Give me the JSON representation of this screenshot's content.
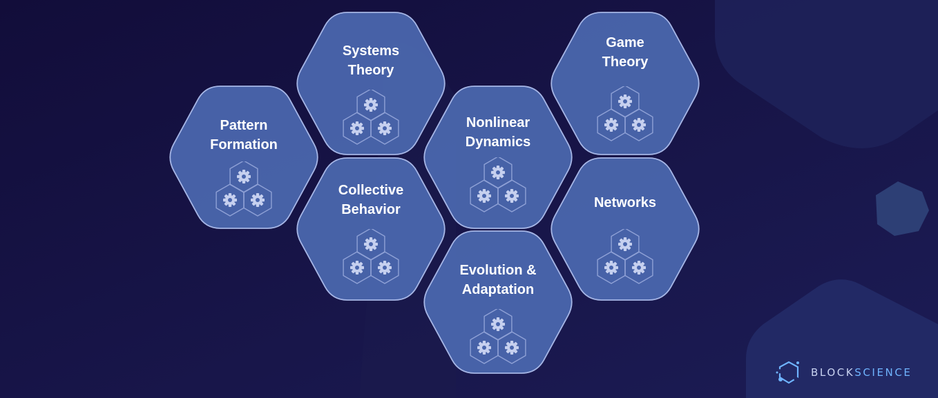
{
  "colors": {
    "background": "#14103f",
    "hex_fill": "#4a66ad",
    "hex_stroke": "#a6b6e6",
    "gear": "#c6d0ef",
    "logo_mark": "#6fb4ff"
  },
  "icon": "gear-cluster-icon",
  "topics": [
    {
      "id": "pattern-formation",
      "label": "Pattern\nFormation"
    },
    {
      "id": "systems-theory",
      "label": "Systems\nTheory"
    },
    {
      "id": "collective-behavior",
      "label": "Collective\nBehavior"
    },
    {
      "id": "nonlinear-dynamics",
      "label": "Nonlinear\nDynamics"
    },
    {
      "id": "evolution-adaptation",
      "label": "Evolution &\nAdaptation"
    },
    {
      "id": "game-theory",
      "label": "Game\nTheory"
    },
    {
      "id": "networks",
      "label": "Networks"
    }
  ],
  "brand": {
    "part1": "BLOCK",
    "part2": "SCIENCE"
  }
}
